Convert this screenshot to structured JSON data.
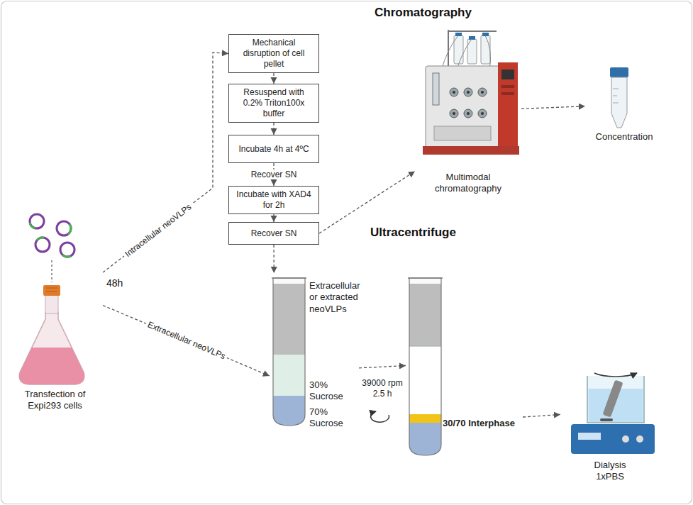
{
  "diagram": {
    "nodes": [
      {
        "text": [
          "Transfection of Expi293 cells"
        ]
      },
      {
        "text": [
          "Mechanical disruption of cell pellet"
        ]
      },
      {
        "text": [
          "Resuspend with 0.2% Triton100x buffer"
        ]
      },
      {
        "text": [
          "Incubate 4h at 4ºC"
        ]
      },
      {
        "text": [
          "Incubate with XAD4 for 2h"
        ]
      },
      {
        "text": [
          "Recover SN"
        ]
      },
      {
        "text": [
          "Multimodal chromatography"
        ]
      },
      {
        "text": [
          "Concentration"
        ]
      },
      {
        "text": [
          "Extracellular or extracted neoVLPs",
          "30% Sucrose",
          "70% Sucrose"
        ]
      },
      {
        "text": [
          "30/70 Interphase"
        ]
      },
      {
        "text": [
          "Dialysis 1xPBS"
        ]
      }
    ],
    "edges": [
      {
        "from": 0,
        "to": 1,
        "arrow": "to",
        "label": "Intracellular neoVLPs"
      },
      {
        "from": 0,
        "to": 8,
        "arrow": "to",
        "label": "Extracellular neoVLPs"
      },
      {
        "from": 1,
        "to": 2,
        "arrow": "to"
      },
      {
        "from": 2,
        "to": 3,
        "arrow": "to"
      },
      {
        "from": 3,
        "to": 4,
        "arrow": "to",
        "label": "Recover SN"
      },
      {
        "from": 4,
        "to": 5,
        "arrow": "to"
      },
      {
        "from": 5,
        "to": 6,
        "arrow": "to"
      },
      {
        "from": 6,
        "to": 7,
        "arrow": "to"
      },
      {
        "from": 5,
        "to": 8,
        "arrow": "to"
      },
      {
        "from": 8,
        "to": 9,
        "arrow": "to",
        "label": "39000 rpm 2.5 h"
      },
      {
        "from": 9,
        "to": 10,
        "arrow": "to"
      }
    ],
    "labels": [
      "Chromatography",
      "Ultracentrifuge",
      "48h"
    ]
  }
}
